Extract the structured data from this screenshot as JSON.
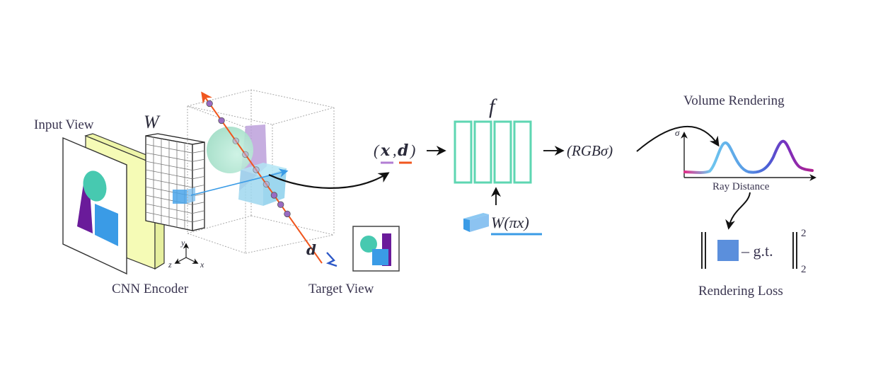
{
  "labels": {
    "input_view": "Input View",
    "cnn_encoder": "CNN Encoder",
    "feature_grid_symbol": "W",
    "target_view": "Target View",
    "direction_symbol": "d",
    "network_symbol": "f",
    "query_input": {
      "open": "(",
      "x": "x",
      "comma": ",",
      "d": "d",
      "close": ")"
    },
    "network_output": "(RGBσ)",
    "feature_query": "W(πx)",
    "volume_rendering": "Volume Rendering",
    "sigma_axis": "σ",
    "ray_distance": "Ray Distance",
    "loss_minus_gt": "– g.t.",
    "norm_superscript": "2",
    "norm_subscript": "2",
    "rendering_loss": "Rendering Loss",
    "axes": {
      "x": "x",
      "y": "y",
      "z": "z"
    }
  },
  "colors": {
    "teal": "#47c9b0",
    "purple": "#6a1b9a",
    "blue": "#3a9be6",
    "ray_orange": "#f0561e",
    "sample_purple": "#9a6bc2",
    "encoder_yellow": "#f5fbb6",
    "mlp_green": "#5ed6b2",
    "loss_blue": "#5b8fdc",
    "underline_purple": "#b27dd3",
    "underline_red": "#f0561e",
    "underline_blue": "#3a9be6"
  },
  "network": {
    "layers": 4
  },
  "density_curve": {
    "peaks": 2,
    "gradient": [
      "#e0308a",
      "#6fc7ef",
      "#4a6de0",
      "#7b2fbe",
      "#b0208e"
    ]
  }
}
